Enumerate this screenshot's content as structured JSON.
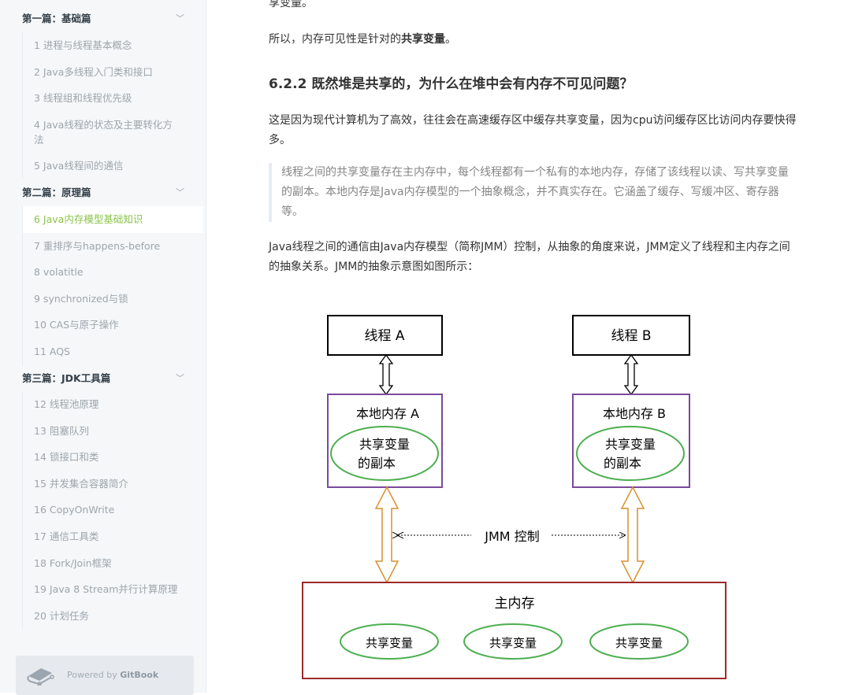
{
  "sidebar": {
    "parts": [
      {
        "title": "第一篇：基础篇",
        "items": [
          "1 进程与线程基本概念",
          "2 Java多线程入门类和接口",
          "3 线程组和线程优先级",
          "4 Java线程的状态及主要转化方法",
          "5 Java线程间的通信"
        ]
      },
      {
        "title": "第二篇：原理篇",
        "items": [
          "6 Java内存模型基础知识",
          "7 重排序与happens-before",
          "8 volatitle",
          "9 synchronized与锁",
          "10 CAS与原子操作",
          "11 AQS"
        ]
      },
      {
        "title": "第三篇：JDK工具篇",
        "items": [
          "12 线程池原理",
          "13 阻塞队列",
          "14 锁接口和类",
          "15 并发集合容器简介",
          "16 CopyOnWrite",
          "17 通信工具类",
          "18 Fork/Join框架",
          "19 Java 8 Stream并行计算原理",
          "20 计划任务"
        ]
      }
    ],
    "powered_by": "Powered by ",
    "gitbook": "GitBook"
  },
  "content": {
    "top_fragment": "享变量。",
    "p1_prefix": "所以，内存可见性是针对的",
    "p1_bold": "共享变量",
    "p1_suffix": "。",
    "heading": "6.2.2 既然堆是共享的，为什么在堆中会有内存不可见问题？",
    "p2": "这是因为现代计算机为了高效，往往会在高速缓存区中缓存共享变量，因为cpu访问缓存区比访问内存要快得多。",
    "quote": "线程之间的共享变量存在主内存中，每个线程都有一个私有的本地内存，存储了该线程以读、写共享变量的副本。本地内存是Java内存模型的一个抽象概念，并不真实存在。它涵盖了缓存、写缓冲区、寄存器等。",
    "p3": "Java线程之间的通信由Java内存模型（简称JMM）控制，从抽象的角度来说，JMM定义了线程和主内存之间的抽象关系。JMM的抽象示意图如图所示："
  },
  "diagram": {
    "thread_a": "线程 A",
    "thread_b": "线程 B",
    "local_a": "本地内存 A",
    "local_b": "本地内存 B",
    "copy_line1": "共享变量",
    "copy_line2": "的副本",
    "jmm": "JMM 控制",
    "main_memory": "主内存",
    "shared_var": "共享变量"
  }
}
